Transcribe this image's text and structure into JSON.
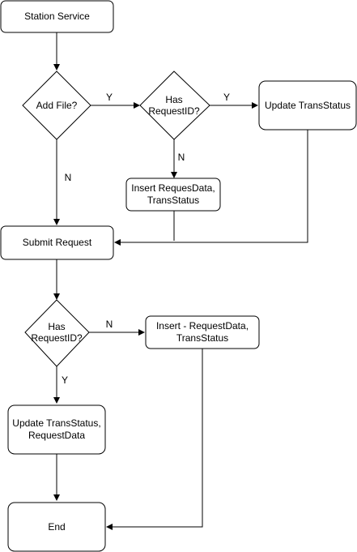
{
  "colors": {
    "stroke": "#000000",
    "fill": "#ffffff",
    "text": "#000000"
  },
  "nodes": {
    "station_service": {
      "shape": "rounded-rectangle",
      "lines": [
        "Station Service"
      ]
    },
    "add_file": {
      "shape": "diamond",
      "lines": [
        "Add File?"
      ]
    },
    "has_request_id_1": {
      "shape": "diamond",
      "lines": [
        "Has",
        "RequestID?"
      ]
    },
    "update_transstatus_1": {
      "shape": "rounded-rectangle",
      "lines": [
        "Update TransStatus"
      ]
    },
    "insert_requesdata": {
      "shape": "rounded-rectangle",
      "lines": [
        "Insert RequesData,",
        "TransStatus"
      ]
    },
    "submit_request": {
      "shape": "rounded-rectangle",
      "lines": [
        "Submit Request"
      ]
    },
    "has_request_id_2": {
      "shape": "diamond",
      "lines": [
        "Has",
        "RequestID?"
      ]
    },
    "insert_requestdata_2": {
      "shape": "rounded-rectangle",
      "lines": [
        "Insert - RequestData,",
        "TransStatus"
      ]
    },
    "update_transstatus_2": {
      "shape": "rounded-rectangle",
      "lines": [
        "Update TransStatus,",
        "RequestData"
      ]
    },
    "end": {
      "shape": "rounded-rectangle",
      "lines": [
        "End"
      ]
    }
  },
  "edge_labels": {
    "add_file_yes": "Y",
    "add_file_no": "N",
    "has_id_1_yes": "Y",
    "has_id_1_no": "N",
    "has_id_2_no": "N",
    "has_id_2_yes": "Y"
  }
}
